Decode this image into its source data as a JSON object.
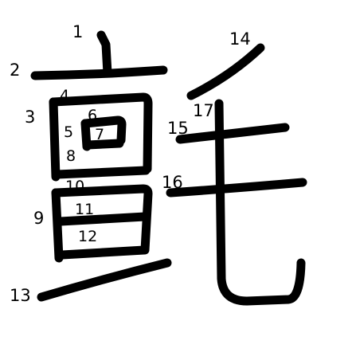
{
  "character": "氈",
  "stroke_color": "#000000",
  "background_color": "#ffffff",
  "stroke_count": 17,
  "stroke_numbers": [
    "1",
    "2",
    "3",
    "4",
    "5",
    "6",
    "7",
    "8",
    "9",
    "10",
    "11",
    "12",
    "13",
    "14",
    "15",
    "16",
    "17"
  ]
}
